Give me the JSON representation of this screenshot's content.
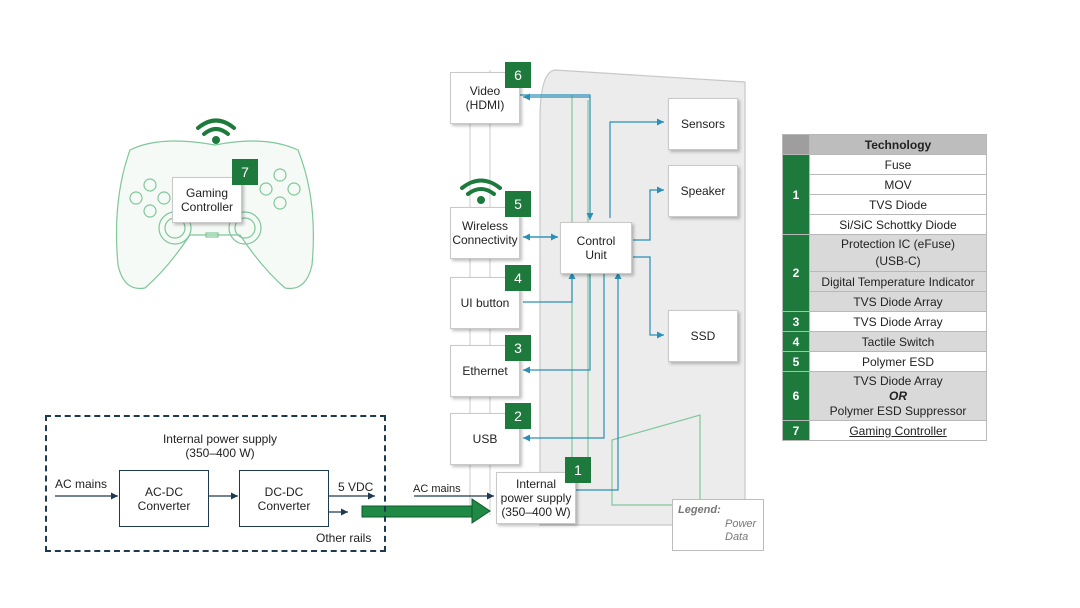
{
  "colors": {
    "power": "#1e7a3c",
    "data": "#2a90b8",
    "badge": "#1e7a3c",
    "dark_line": "#1d3a50"
  },
  "icons": [
    "wifi-icon",
    "gamepad-icon",
    "console-outline"
  ],
  "blocks": {
    "video": {
      "label": "Video\n(HDMI)",
      "num": "6"
    },
    "wireless": {
      "label": "Wireless\nConnectivity",
      "num": "5"
    },
    "ui_button": {
      "label": "UI button",
      "num": "4"
    },
    "ethernet": {
      "label": "Ethernet",
      "num": "3"
    },
    "usb": {
      "label": "USB",
      "num": "2"
    },
    "power_supply": {
      "label": "Internal\npower supply\n(350–400 W)",
      "num": "1"
    },
    "control": {
      "label": "Control\nUnit"
    },
    "sensors": {
      "label": "Sensors"
    },
    "speaker": {
      "label": "Speaker"
    },
    "ssd": {
      "label": "SSD"
    },
    "gaming": {
      "label": "Gaming\nController",
      "num": "7"
    }
  },
  "psu_detail": {
    "title": "Internal power supply\n(350–400 W)",
    "ac_mains": "AC mains",
    "acdc": "AC-DC\nConverter",
    "dcdc": "DC-DC\nConverter",
    "vdc": "5 VDC",
    "other_rails": "Other rails"
  },
  "ac_mains_console": "AC mains",
  "legend": {
    "title": "Legend:",
    "power": "Power",
    "data": "Data"
  },
  "table": {
    "header": "Technology",
    "groups": [
      {
        "num": "1",
        "rows": [
          "Fuse",
          "MOV",
          "TVS Diode",
          "Si/SiC Schottky Diode"
        ]
      },
      {
        "num": "2",
        "rows": [
          "Protection IC (eFuse)\n(USB-C)",
          "Digital Temperature Indicator",
          "TVS Diode Array"
        ]
      },
      {
        "num": "3",
        "rows": [
          "TVS Diode Array"
        ]
      },
      {
        "num": "4",
        "rows": [
          "Tactile Switch"
        ]
      },
      {
        "num": "5",
        "rows": [
          "Polymer ESD"
        ]
      },
      {
        "num": "6",
        "rows": [
          "TVS Diode Array",
          "OR",
          "Polymer ESD Suppressor"
        ]
      },
      {
        "num": "7",
        "rows": [
          "Gaming Controller"
        ]
      }
    ]
  }
}
